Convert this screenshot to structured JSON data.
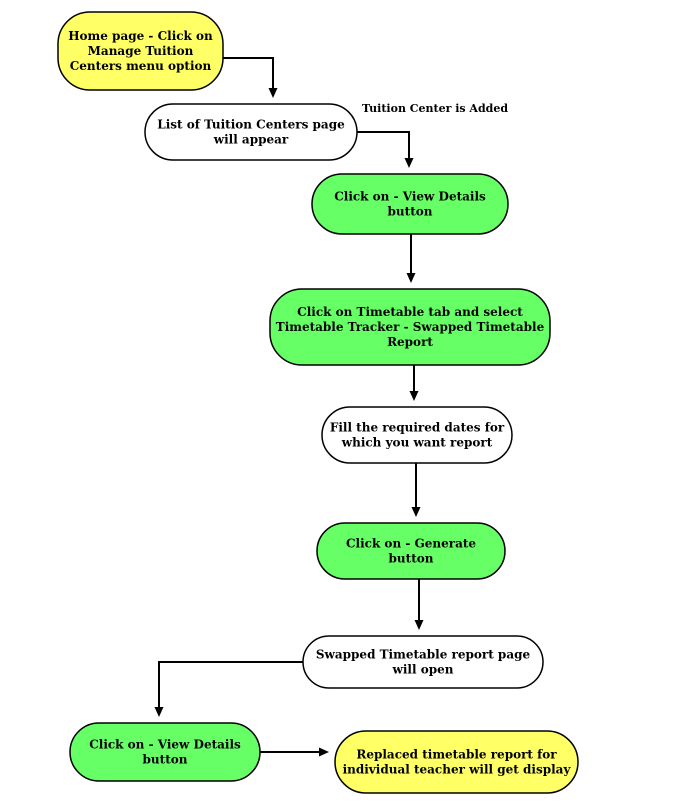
{
  "colors": {
    "start": "#FFFF66",
    "action": "#66FF66",
    "plain": "#FFFFFF",
    "stroke": "#000000"
  },
  "nodes": [
    {
      "id": "home",
      "kind": "start",
      "lines": [
        "Home page - Click on",
        "Manage Tuition",
        "Centers menu option"
      ]
    },
    {
      "id": "list",
      "kind": "plain",
      "lines": [
        "List of Tuition Centers page",
        "will appear"
      ]
    },
    {
      "id": "view1",
      "kind": "action",
      "lines": [
        "Click on - View Details",
        "button"
      ]
    },
    {
      "id": "timetable",
      "kind": "action",
      "lines": [
        "Click on Timetable tab and select",
        "Timetable Tracker - Swapped Timetable",
        "Report"
      ]
    },
    {
      "id": "dates",
      "kind": "plain",
      "lines": [
        "Fill the required dates for",
        "which you want report"
      ]
    },
    {
      "id": "generate",
      "kind": "action",
      "lines": [
        "Click on - Generate",
        "button"
      ]
    },
    {
      "id": "swapped",
      "kind": "plain",
      "lines": [
        "Swapped Timetable report page",
        "will open"
      ]
    },
    {
      "id": "view2",
      "kind": "action",
      "lines": [
        "Click on - View Details",
        "button"
      ]
    },
    {
      "id": "replaced",
      "kind": "start",
      "lines": [
        "Replaced timetable report for",
        "individual teacher will get display"
      ]
    }
  ],
  "edges": [
    {
      "from": "home",
      "to": "list"
    },
    {
      "from": "list",
      "to": "view1",
      "label": "Tuition Center is Added"
    },
    {
      "from": "view1",
      "to": "timetable"
    },
    {
      "from": "timetable",
      "to": "dates"
    },
    {
      "from": "dates",
      "to": "generate"
    },
    {
      "from": "generate",
      "to": "swapped"
    },
    {
      "from": "swapped",
      "to": "view2"
    },
    {
      "from": "view2",
      "to": "replaced"
    }
  ]
}
